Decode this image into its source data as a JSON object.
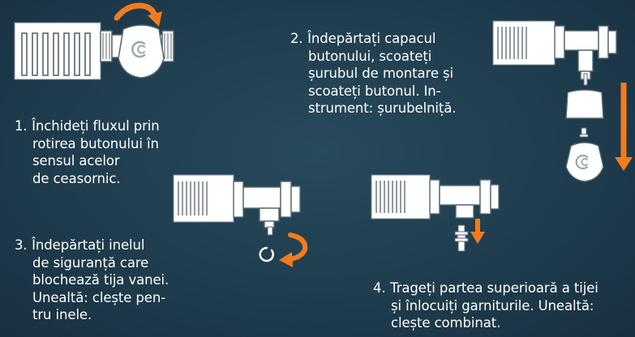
{
  "steps": [
    {
      "number": "1.",
      "lines": [
        "Închideți fluxul prin",
        "rotirea butonului în",
        "sensul acelor",
        "de ceasornic."
      ]
    },
    {
      "number": "2.",
      "lines": [
        "Îndepărtați capacul",
        "butonului, scoateți",
        "șurubul de montare și",
        "scoateți butonul. In-",
        "strument: șurubelniță."
      ]
    },
    {
      "number": "3.",
      "lines": [
        "Îndepărtați inelul",
        "de siguranță care",
        "blochează tija vanei.",
        "Unealtă: clește pen-",
        "tru inele."
      ]
    },
    {
      "number": "4.",
      "lines": [
        "Trageți partea superioară a tijei",
        "și înlocuiți garniturile. Unealtă:",
        "clește combinat."
      ]
    }
  ],
  "colors": {
    "background": "#1f3d4e",
    "accent": "#f07c1e",
    "text": "#ffffff",
    "line_art": "#ffffff"
  }
}
